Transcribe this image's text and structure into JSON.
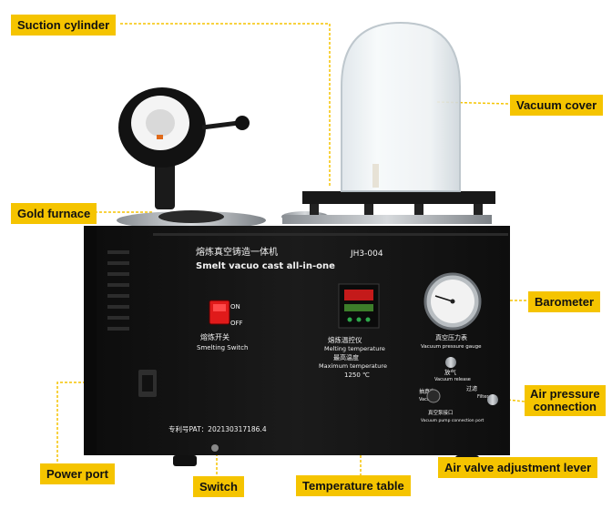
{
  "callouts": {
    "suction_cylinder": "Suction cylinder",
    "vacuum_cover": "Vacuum cover",
    "gold_furnace": "Gold furnace",
    "barometer": "Barometer",
    "air_pressure_connection_line1": "Air pressure",
    "air_pressure_connection_line2": "connection",
    "power_port": "Power port",
    "air_valve_adjustment_lever": "Air valve adjustment lever",
    "switch": "Switch",
    "temperature_table": "Temperature table"
  },
  "machine_panel": {
    "title_cn": "熔炼真空铸造一体机",
    "title_en": "Smelt vacuo cast all-in-one",
    "model": "JH3-004",
    "switch_on": "ON",
    "switch_off": "OFF",
    "switch_label_cn": "熔炼开关",
    "switch_label_en": "Smelting Switch",
    "temp_label_cn": "熔炼温控仪",
    "temp_label_en": "Melting temperature",
    "temp_max_cn": "最高温度",
    "temp_max_en": "Maximum temperature",
    "temp_max_value": "1250 ℃",
    "gauge_label_cn": "真空压力表",
    "gauge_label_en": "Vacuum pressure gauge",
    "release_cn": "放气",
    "release_en": "Vacuum release",
    "vacuum_cn": "抽真空",
    "vacuum_en": "Vacuum",
    "filter_cn": "过滤",
    "filter_en": "Filter",
    "pump_port_cn": "真空泵接口",
    "pump_port_en": "Vacuum pump connection port",
    "patent": "专利号PAT：202130317186.4"
  },
  "colors": {
    "callout_bg": "#f5c400",
    "leader_line": "#f5c400",
    "body": "#141414",
    "switch_red": "#e01a1a"
  }
}
